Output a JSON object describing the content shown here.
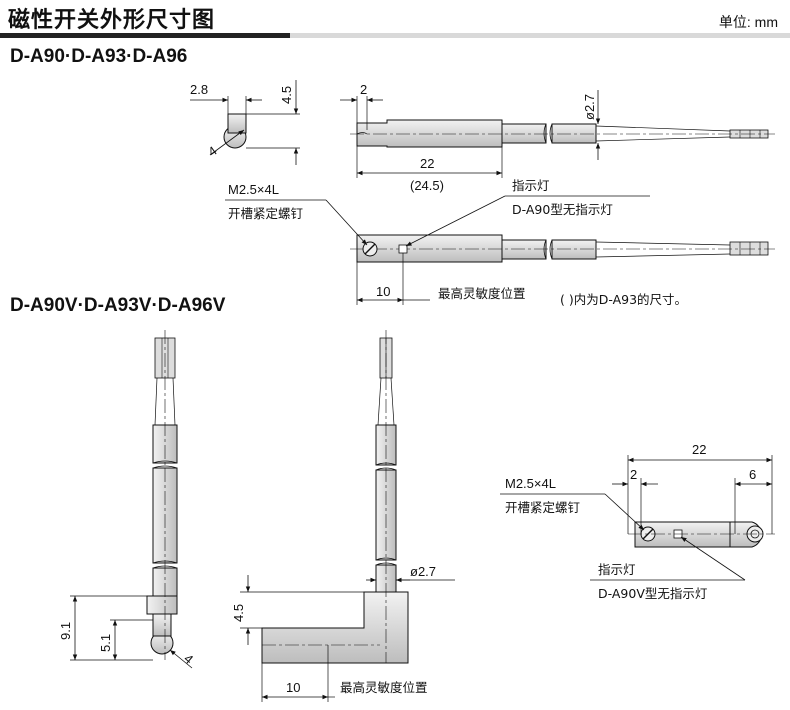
{
  "header": {
    "title": "磁性开关外形尺寸图",
    "unit": "单位: mm"
  },
  "sections": {
    "horizontal_title": "D-A90·D-A93·D-A96",
    "vertical_title": "D-A90V·D-A93V·D-A96V"
  },
  "horizontal": {
    "dim_2_8": "2.8",
    "dim_4_5": "4.5",
    "dim_4": "4",
    "dim_2": "2",
    "dim_phi_2_7": "ø2.7",
    "dim_22": "22",
    "dim_24_5": "(24.5)",
    "screw_label": "M2.5×4L",
    "screw_desc": "开槽紧定螺钉",
    "indicator_label": "指示灯",
    "indicator_note": "D-A90型无指示灯",
    "dim_10": "10",
    "sensitivity_label": "最高灵敏度位置",
    "paren_note": "(   )内为D-A93的尺寸。"
  },
  "vertical": {
    "dim_9_1": "9.1",
    "dim_5_1": "5.1",
    "dim_4": "4",
    "dim_4_5": "4.5",
    "dim_phi_2_7": "ø2.7",
    "dim_10": "10",
    "sensitivity_label": "最高灵敏度位置",
    "dim_22": "22",
    "dim_2": "2",
    "dim_6": "6",
    "screw_label": "M2.5×4L",
    "screw_desc": "开槽紧定螺钉",
    "indicator_label": "指示灯",
    "indicator_note": "D-A90V型无指示灯"
  }
}
